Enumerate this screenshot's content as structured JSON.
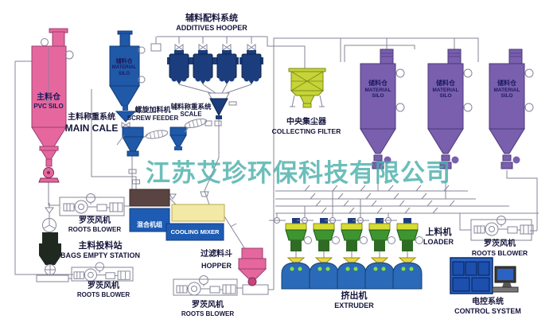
{
  "watermark": "江苏艾珍环保科技有限公司",
  "counts": {
    "additive_hoppers": 4,
    "storage_silos": 3,
    "extruders": 5,
    "roots_blowers": 4
  },
  "labels": {
    "additives_hooper": {
      "zh": "辅料配料系统",
      "en": "ADDITIVES HOOPER"
    },
    "pvc_silo": {
      "zh": "主料仓",
      "en": "PVC SILO"
    },
    "aux_silo": {
      "zh": "辅料仓",
      "en1": "MATERIAL",
      "en2": "SILO"
    },
    "main_scale": {
      "zh": "主料称重系统",
      "en": "MAIN CALE"
    },
    "screw_feeder": {
      "zh": "螺旋加料机",
      "en": "SCREW FEEDER"
    },
    "aux_scale": {
      "zh": "辅料称重系统",
      "en": "SCALE"
    },
    "collecting_filter": {
      "zh": "中央集尘器",
      "en": "COLLECTING FILTER"
    },
    "storage_silo": {
      "zh": "储料仓",
      "en1": "MATERIAL",
      "en2": "SILO"
    },
    "roots_blower": {
      "zh": "罗茨风机",
      "en": "ROOTS BLOWER"
    },
    "bags_empty_station": {
      "zh": "主料投料站",
      "en": "BAGS EMPTY STATION"
    },
    "mixer_unit": {
      "zh": "混合机组"
    },
    "cooling_mixer": {
      "en": "COOLING MIXER"
    },
    "filter_hopper": {
      "zh": "过滤料斗",
      "en": "HOPPER"
    },
    "extruder": {
      "zh": "挤出机",
      "en": "EXTRUDER"
    },
    "loader": {
      "zh": "上料机",
      "en": "LOADER"
    },
    "control_system": {
      "zh": "电控系统",
      "en": "CONTROL SYSTEM"
    }
  },
  "colors": {
    "pink": "#e5679e",
    "pink_dark": "#c9447c",
    "blue": "#2059a8",
    "navy": "#1c3d7d",
    "purple": "#7a5fae",
    "purple_dark": "#4a3a78",
    "lime": "#c6d437",
    "lime_dark": "#7a8a1e",
    "pale_yellow": "#f2e9a6",
    "box_blue": "#1e5cb3",
    "brown": "#5a4441",
    "station_black": "#20291f",
    "ext_body": "#2b6ab8",
    "hopper_yellow": "#d7dc35",
    "hopper_green": "#3e9431",
    "neck_green": "#2e6b24",
    "tri_yellow": "#e8d93c",
    "cab_blue": "#2a63c4",
    "cab_panel": "#1c4fae",
    "watermark": "#4db0ac",
    "line": "#85859a",
    "text": "#15153c"
  }
}
